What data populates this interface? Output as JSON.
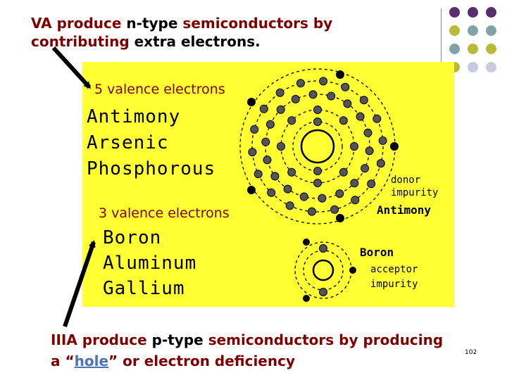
{
  "title": {
    "part1": "VA produce ",
    "part2": "n-type",
    "part3": " semiconductors by",
    "part4": "contributing",
    "part5": " extra electrons."
  },
  "group5": {
    "heading": "5 valence electrons",
    "elements": [
      "Antimony",
      "Arsenic",
      "Phosphorous"
    ]
  },
  "group3": {
    "heading": "3 valence electrons",
    "elements": [
      "Boron",
      "Aluminum",
      "Gallium"
    ]
  },
  "donor": {
    "line1": "donor",
    "line2": "impurity",
    "name": "Antimony"
  },
  "acceptor": {
    "name": "Boron",
    "line1": "acceptor",
    "line2": "impurity"
  },
  "bottom": {
    "part1": "IIIA produce ",
    "part2": "p-type",
    "part3": " semiconductors by producing",
    "part4": "a “",
    "part5": "hole",
    "part6": "” or electron deficiency"
  },
  "page_number": "102",
  "colors": {
    "title_highlight": "#800000",
    "yellow": "#ffff33",
    "link": "#4a73b8",
    "purple": "#5a2d6e",
    "teal": "#7fa3a8",
    "olive": "#b8bb3a",
    "lavender": "#c9c9e0"
  },
  "decor": {
    "dot_grid": [
      [
        "purple",
        "purple",
        "purple"
      ],
      [
        "olive",
        "teal",
        "teal"
      ],
      [
        "teal",
        "olive",
        "olive"
      ],
      [
        "olive",
        "lavender",
        "lavender"
      ]
    ]
  }
}
